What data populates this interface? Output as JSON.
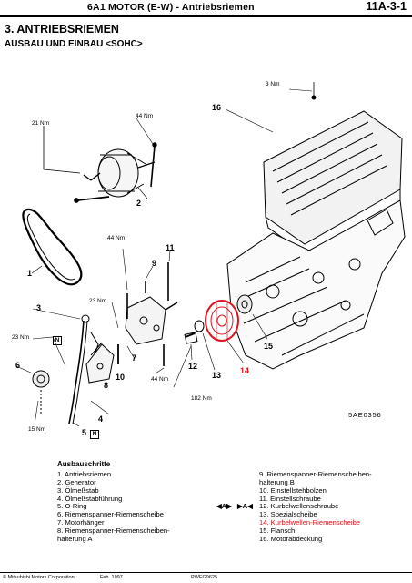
{
  "header": {
    "title": "6A1 MOTOR (E-W)  -  Antriebsriemen",
    "page_number": "11A-3-1"
  },
  "section": {
    "title": "3. ANTRIEBSRIEMEN",
    "subtitle": "AUSBAU UND EINBAU <SOHC>"
  },
  "diagram": {
    "part_labels": [
      "1",
      "2",
      "3",
      "4",
      "5",
      "6",
      "7",
      "8",
      "9",
      "10",
      "11",
      "12",
      "13",
      "14",
      "15",
      "16"
    ],
    "torques": {
      "t3nm": "3 Nm",
      "t44a": "44 Nm",
      "t21": "21 Nm",
      "t44b": "44 Nm",
      "t23a": "23 Nm",
      "t23b": "23 Nm",
      "t44c": "44 Nm",
      "t182": "182 Nm",
      "t15": "15 Nm"
    },
    "markers": {
      "n": "N"
    },
    "reference_code": "5AE0356"
  },
  "steps": {
    "title": "Ausbauschritte",
    "left": [
      "1.  Antriebsriemen",
      "2.  Generator",
      "3.  Ölmeßstab",
      "4.  Ölmeßstabführung",
      "5.  O-Ring",
      "6.  Riemenspanner-Riemenscheibe",
      "7.  Motorhänger",
      "8.  Riemenspanner-Riemenscheiben-",
      "     halterung A"
    ],
    "right": [
      "9.  Riemenspanner-Riemenscheiben-",
      "     halterung B",
      "10.  Einstellstehbolzen",
      "11.  Einstellschraube",
      "12.  Kurbelwellenschraube",
      "13.  Spezialscheibe",
      "14.  Kurbelwellen-Riemenscheibe",
      "15.  Flansch",
      "16.  Motorabdeckung"
    ],
    "legend": {
      "a_left": "◀A▶",
      "a_right": "▶A◀"
    }
  },
  "footer": {
    "company": "© Mitsubishi Motors Corporation",
    "date": "Feb. 1997",
    "code": "PWEG9625"
  },
  "colors": {
    "highlight": "#e0141e",
    "ink": "#000000"
  }
}
